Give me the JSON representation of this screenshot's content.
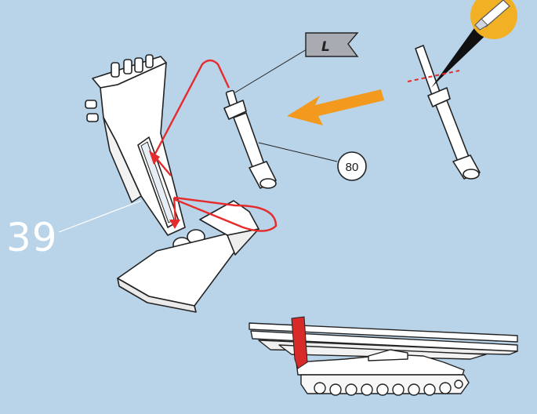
{
  "step": {
    "number": "39"
  },
  "callout": {
    "part_number": "80"
  },
  "flag": {
    "letter": "L"
  },
  "colors": {
    "background": "#b9d3e8",
    "arrow": "#f39a1e",
    "guide_line": "#e52b2b",
    "highlight_band": "#d92a2a",
    "tool_badge": "#f2b125"
  },
  "icons": [
    "craft-knife-icon",
    "flag-icon",
    "direction-arrow-icon",
    "cut-line-icon"
  ]
}
